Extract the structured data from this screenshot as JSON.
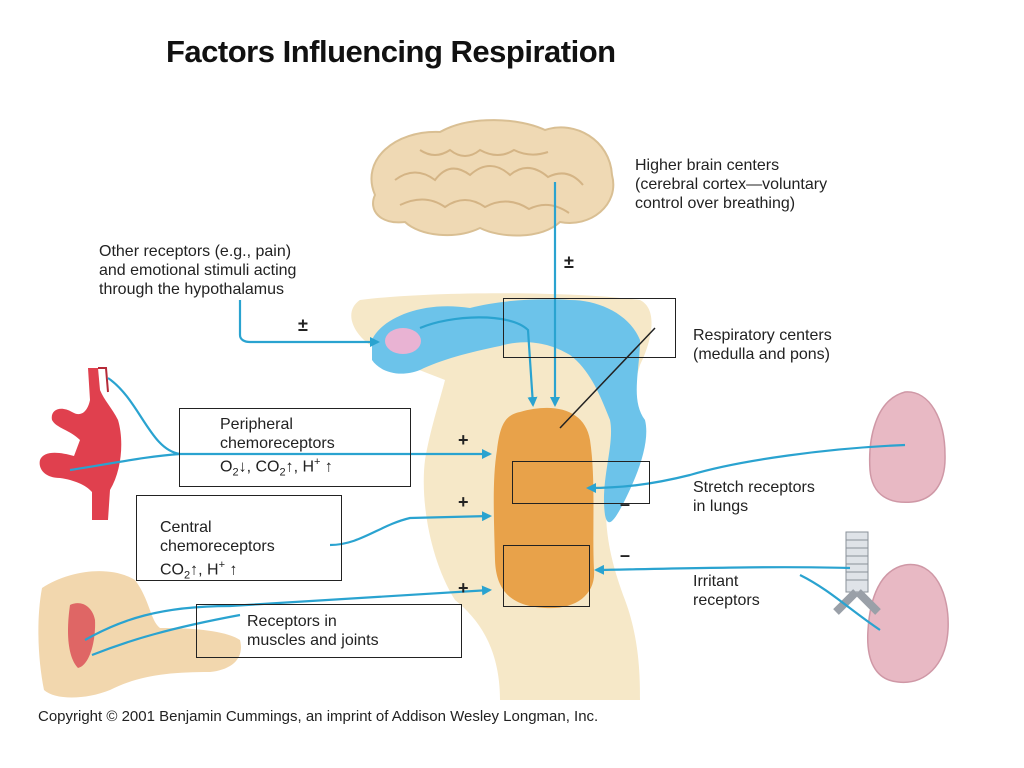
{
  "title": "Factors Influencing Respiration",
  "labels": {
    "higher_brain_1": "Higher brain centers",
    "higher_brain_2": "(cerebral cortex—voluntary",
    "higher_brain_3": "control over breathing)",
    "other_receptors_1": "Other receptors (e.g., pain)",
    "other_receptors_2": "and emotional stimuli acting",
    "other_receptors_3": "through the hypothalamus",
    "resp_centers_1": "Respiratory centers",
    "resp_centers_2": "(medulla and pons)",
    "peripheral_1": "Peripheral",
    "peripheral_2": "chemoreceptors",
    "peripheral_o2": "O",
    "peripheral_o2_sub": "2",
    "peripheral_o2_arrow": "↓, ",
    "peripheral_co2": "CO",
    "peripheral_co2_sub": "2",
    "peripheral_co2_arrow": "↑, ",
    "peripheral_h": "H",
    "peripheral_h_sup": "+",
    "peripheral_h_arrow": " ↑",
    "central_1": "Central",
    "central_2": "chemoreceptors",
    "central_co2": "CO",
    "central_co2_sub": "2",
    "central_co2_arrow": "↑, ",
    "central_h": "H",
    "central_h_sup": "+",
    "central_h_arrow": " ↑",
    "stretch_1": "Stretch receptors",
    "stretch_2": "in lungs",
    "irritant_1": "Irritant",
    "irritant_2": "receptors",
    "muscles_1": "Receptors in",
    "muscles_2": "muscles and joints"
  },
  "signs": {
    "higher": "±",
    "hypothalamus": "±",
    "peripheral": "+",
    "central": "+",
    "muscles": "+",
    "stretch": "–",
    "irritant": "–"
  },
  "copyright": "Copyright © 2001 Benjamin Cummings, an imprint of Addison Wesley Longman, Inc.",
  "colors": {
    "arrow": "#2aa3d0",
    "body": "#f6e8c8",
    "brainstem_blue": "#6cc3ea",
    "medulla": "#e8a24a",
    "brain": "#efd9b4",
    "lung": "#e8b9c4",
    "artery": "#e0404e",
    "hypothalamus": "#e9b3d3"
  }
}
